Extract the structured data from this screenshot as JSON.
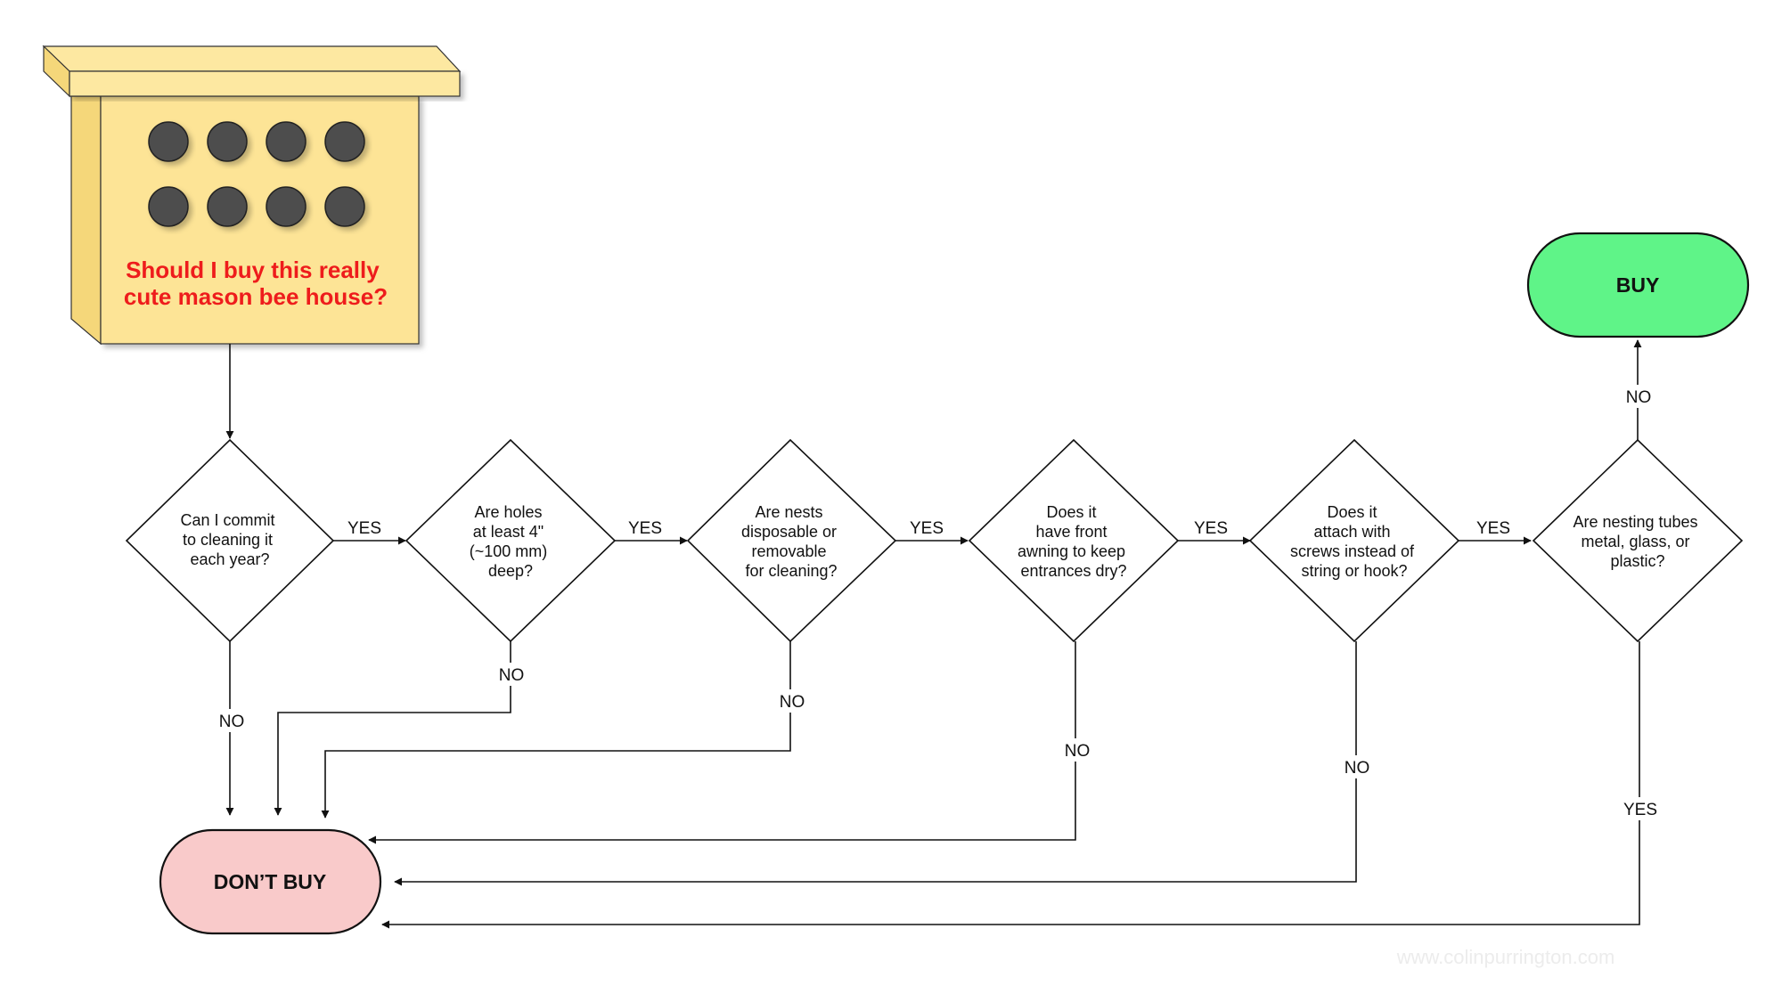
{
  "colors": {
    "house_fill": "#fde496",
    "house_side": "#f5d77a",
    "house_roof": "#fde8a1",
    "house_text": "#ee1c1c",
    "hole_fill": "#4d4d4d",
    "buy_fill": "#5ff488",
    "dont_buy_fill": "#f9caca",
    "stroke": "#111111",
    "watermark": "#ececec"
  },
  "start": {
    "icon": "mason-bee-house",
    "lines": [
      "Should I buy this really",
      "cute mason bee house?"
    ]
  },
  "decisions": [
    {
      "id": "d1",
      "lines": [
        "Can I commit",
        "to cleaning it",
        "each year?"
      ]
    },
    {
      "id": "d2",
      "lines": [
        "Are holes",
        "at least 4\"",
        "(~100 mm)",
        "deep?"
      ]
    },
    {
      "id": "d3",
      "lines": [
        "Are nests",
        "disposable or",
        "removable",
        "for cleaning?"
      ]
    },
    {
      "id": "d4",
      "lines": [
        "Does it",
        "have front",
        "awning to keep",
        "entrances dry?"
      ]
    },
    {
      "id": "d5",
      "lines": [
        "Does it",
        "attach with",
        "screws instead of",
        "string or hook?"
      ]
    },
    {
      "id": "d6",
      "lines": [
        "Are nesting tubes",
        "metal, glass, or",
        "plastic?"
      ]
    }
  ],
  "terminals": {
    "buy": "BUY",
    "dont_buy": "DON’T BUY"
  },
  "edge_labels": {
    "d1_d2": "YES",
    "d2_d3": "YES",
    "d3_d4": "YES",
    "d4_d5": "YES",
    "d5_d6": "YES",
    "d6_buy": "NO",
    "d1_no": "NO",
    "d2_no": "NO",
    "d3_no": "NO",
    "d4_no": "NO",
    "d5_no": "NO",
    "d6_yes": "YES"
  },
  "watermark": "www.colinpurrington.com"
}
